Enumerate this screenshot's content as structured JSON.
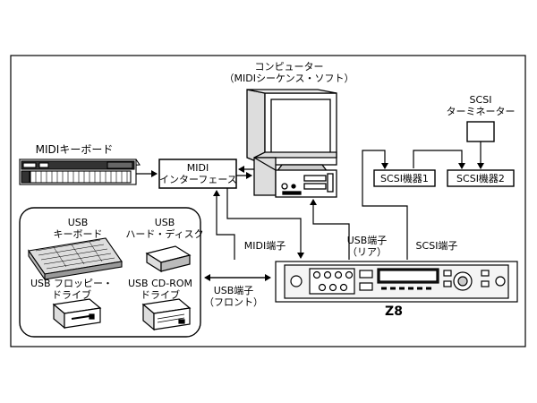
{
  "computer": {
    "line1": "コンピューター",
    "line2": "（MIDIシーケンス・ソフト）"
  },
  "midi_keyboard": {
    "label": "MIDIキーボード"
  },
  "midi_interface": {
    "line1": "MIDI",
    "line2": "インターフェース"
  },
  "scsi_terminator": {
    "line1": "SCSI",
    "line2": "ターミネーター"
  },
  "scsi_device_1": {
    "label": "SCSI機器1"
  },
  "scsi_device_2": {
    "label": "SCSI機器2"
  },
  "usb_keyboard": {
    "line1": "USB",
    "line2": "キーボード"
  },
  "usb_hdd": {
    "line1": "USB",
    "line2": "ハード・ディスク"
  },
  "usb_floppy": {
    "line1": "USB フロッピー・",
    "line2": "ドライブ"
  },
  "usb_cdrom": {
    "line1": "USB CD-ROM",
    "line2": "ドライブ"
  },
  "ports": {
    "midi": "MIDI端子",
    "usb_rear_line1": "USB端子",
    "usb_rear_line2": "（リア）",
    "scsi": "SCSI端子",
    "usb_front_line1": "USB端子",
    "usb_front_line2": "（フロント）"
  },
  "synth": {
    "label": "Z8"
  }
}
